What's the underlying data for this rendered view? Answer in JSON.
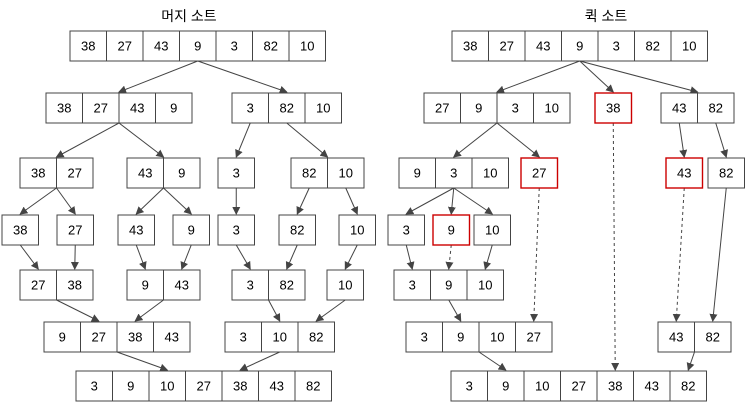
{
  "titles": {
    "merge": "머지 소트",
    "quick": "퀵 소트"
  },
  "colors": {
    "stroke": "#444444",
    "pivot_outline": "#cc0000",
    "text": "#000000"
  },
  "arrays": {
    "m0": [
      "38",
      "27",
      "43",
      "9",
      "3",
      "82",
      "10"
    ],
    "m1a": [
      "38",
      "27",
      "43",
      "9"
    ],
    "m1b": [
      "3",
      "82",
      "10"
    ],
    "m2a": [
      "38",
      "27"
    ],
    "m2b": [
      "43",
      "9"
    ],
    "m2c": [
      "3"
    ],
    "m2d": [
      "82",
      "10"
    ],
    "m3a": [
      "38"
    ],
    "m3b": [
      "27"
    ],
    "m3c": [
      "43"
    ],
    "m3d": [
      "9"
    ],
    "m3e": [
      "3"
    ],
    "m3f": [
      "82"
    ],
    "m3g": [
      "10"
    ],
    "m4a": [
      "27",
      "38"
    ],
    "m4b": [
      "9",
      "43"
    ],
    "m4c": [
      "3",
      "82"
    ],
    "m4d": [
      "10"
    ],
    "m5a": [
      "9",
      "27",
      "38",
      "43"
    ],
    "m5b": [
      "3",
      "10",
      "82"
    ],
    "m6": [
      "3",
      "9",
      "10",
      "27",
      "38",
      "43",
      "82"
    ],
    "q0": [
      "38",
      "27",
      "43",
      "9",
      "3",
      "82",
      "10"
    ],
    "q1a": [
      "27",
      "9",
      "3",
      "10"
    ],
    "q1p": [
      "38"
    ],
    "q1b": [
      "43",
      "82"
    ],
    "q2a": [
      "9",
      "3",
      "10"
    ],
    "q2p": [
      "27"
    ],
    "q2c": [
      "43"
    ],
    "q2d": [
      "82"
    ],
    "q3a": [
      "3"
    ],
    "q3p": [
      "9"
    ],
    "q3c": [
      "10"
    ],
    "q4": [
      "3",
      "9",
      "10"
    ],
    "q5a": [
      "3",
      "9",
      "10",
      "27"
    ],
    "q5b": [
      "43",
      "82"
    ],
    "q6": [
      "3",
      "9",
      "10",
      "27",
      "38",
      "43",
      "82"
    ]
  }
}
